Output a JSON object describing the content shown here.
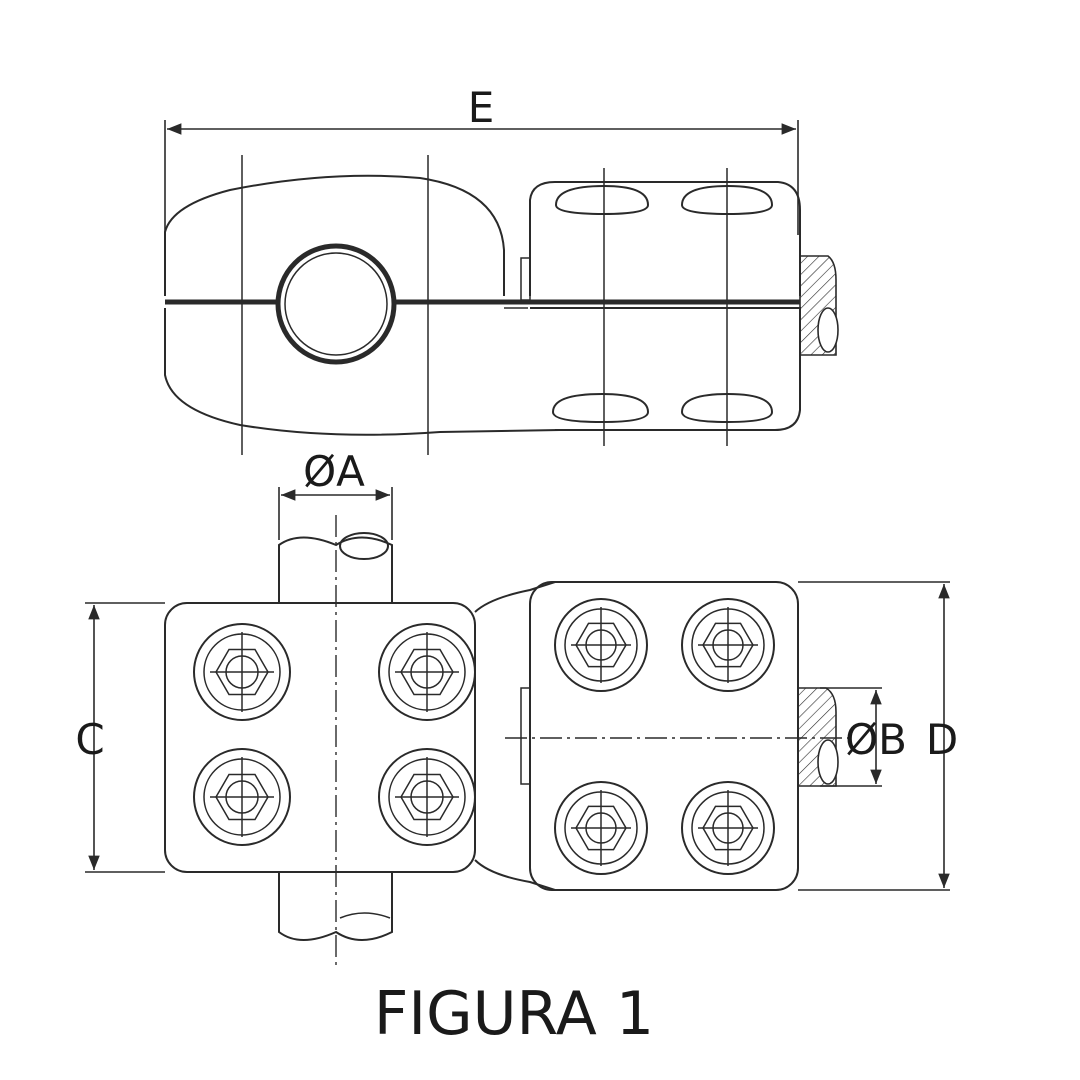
{
  "labels": {
    "E": "E",
    "diameter_A": "ØA",
    "C": "C",
    "diameter_B": "ØB",
    "D": "D"
  },
  "caption": "FIGURA 1"
}
